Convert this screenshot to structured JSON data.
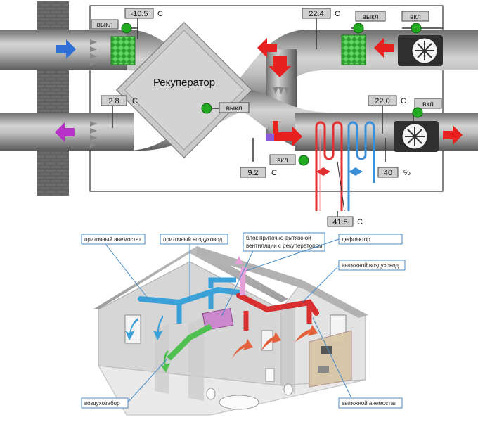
{
  "colors": {
    "supply_arrow": "#2f6fd6",
    "exhaust_arrow": "#b832c8",
    "hot_arrow": "#e82020",
    "indicator_on": "#22aa22",
    "hot_pipe": "#e23030",
    "cold_pipe": "#3a8fd6",
    "coil_green": "#33bb33"
  },
  "scheme": {
    "recuperator_label": "Рекуператор",
    "outdoor_temp": {
      "value": "-10.5",
      "unit": "С",
      "state": "выкл"
    },
    "exhaust_out_temp": {
      "value": "2.8",
      "unit": "С"
    },
    "recuperator_state": "выкл",
    "return_air_temp": {
      "value": "22.4",
      "unit": "С"
    },
    "return_heater_state": "выкл",
    "return_fan_state": "вкл",
    "supply_temp": {
      "value": "22.0",
      "unit": "С"
    },
    "supply_fan_state": "вкл",
    "after_recup_temp": {
      "value": "9.2",
      "unit": "С"
    },
    "valve_state": "вкл",
    "humidity": {
      "value": "40",
      "unit": "%"
    },
    "water_temp": {
      "value": "41.5",
      "unit": "С"
    }
  },
  "house": {
    "labels": {
      "supply_anemostat": "приточный анемостат",
      "supply_duct": "приточный воздуховод",
      "unit_line1": "блок приточно-вытяжной",
      "unit_line2": "вентиляции с рекуператором",
      "deflector": "дефлектор",
      "exhaust_duct": "вытяжной воздуховод",
      "air_intake": "воздухозабор",
      "exhaust_anemostat": "вытяжной анемостат"
    }
  }
}
